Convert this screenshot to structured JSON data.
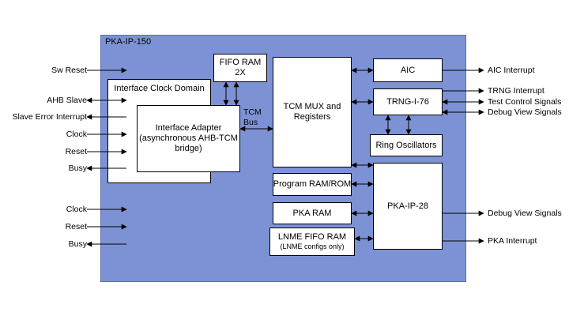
{
  "title": "PKA-IP-150",
  "blocks": {
    "fifo_ram": [
      "FIFO RAM",
      "2X"
    ],
    "interface_clock_domain": "Interface Clock Domain",
    "interface_adapter": [
      "Interface Adapter",
      "(asynchronous AHB-TCM",
      "bridge)"
    ],
    "tcm_mux": [
      "TCM MUX and",
      "Registers"
    ],
    "aic": "AIC",
    "trng": "TRNG-I-76",
    "ring_oscillators": "Ring Oscillators",
    "program_ram": "Program RAM/ROM",
    "pka_ram": "PKA RAM",
    "lnme_fifo_ram": [
      "LNME FIFO RAM",
      "(LNME configs only)"
    ],
    "pka_ip_28": "PKA-IP-28",
    "tcm_bus": [
      "TCM",
      "Bus"
    ]
  },
  "left_signals": [
    {
      "label": "Sw Reset",
      "direction": "in"
    },
    {
      "label": "AHB Slave",
      "direction": "bidirectional"
    },
    {
      "label": "Slave Error Interrupt",
      "direction": "out"
    },
    {
      "label": "Clock",
      "direction": "in"
    },
    {
      "label": "Reset",
      "direction": "in"
    },
    {
      "label": "Busy",
      "direction": "out"
    },
    {
      "label": "Clock",
      "direction": "in"
    },
    {
      "label": "Reset",
      "direction": "in"
    },
    {
      "label": "Busy",
      "direction": "out"
    }
  ],
  "right_signals": [
    {
      "label": "AIC Interrupt",
      "direction": "out"
    },
    {
      "label": "TRNG Interrupt",
      "direction": "out"
    },
    {
      "label": "Test Control Signals",
      "direction": "bidirectional"
    },
    {
      "label": "Debug View Signals",
      "direction": "bidirectional"
    },
    {
      "label": "Debug View Signals",
      "direction": "out"
    },
    {
      "label": "PKA Interrupt",
      "direction": "out"
    }
  ],
  "colors": {
    "chip_fill": "#7d92d4",
    "box_fill": "#ffffff",
    "line": "#000000"
  }
}
